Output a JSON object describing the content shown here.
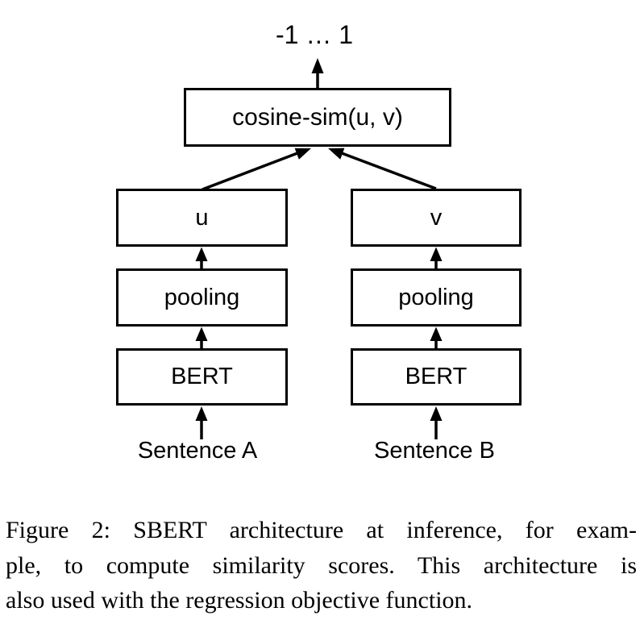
{
  "diagram": {
    "score_range": "-1 … 1",
    "cosine_box": "cosine-sim(u, v)",
    "u_box": "u",
    "v_box": "v",
    "pooling_box": "pooling",
    "bert_box": "BERT",
    "sentence_a": "Sentence A",
    "sentence_b": "Sentence B"
  },
  "caption": {
    "lines": [
      "Figure 2: SBERT architecture at inference, for exam-",
      "ple, to compute similarity scores. This architecture is",
      "also used with the regression objective function."
    ]
  },
  "colors": {
    "ink": "#000000",
    "background": "#ffffff"
  }
}
